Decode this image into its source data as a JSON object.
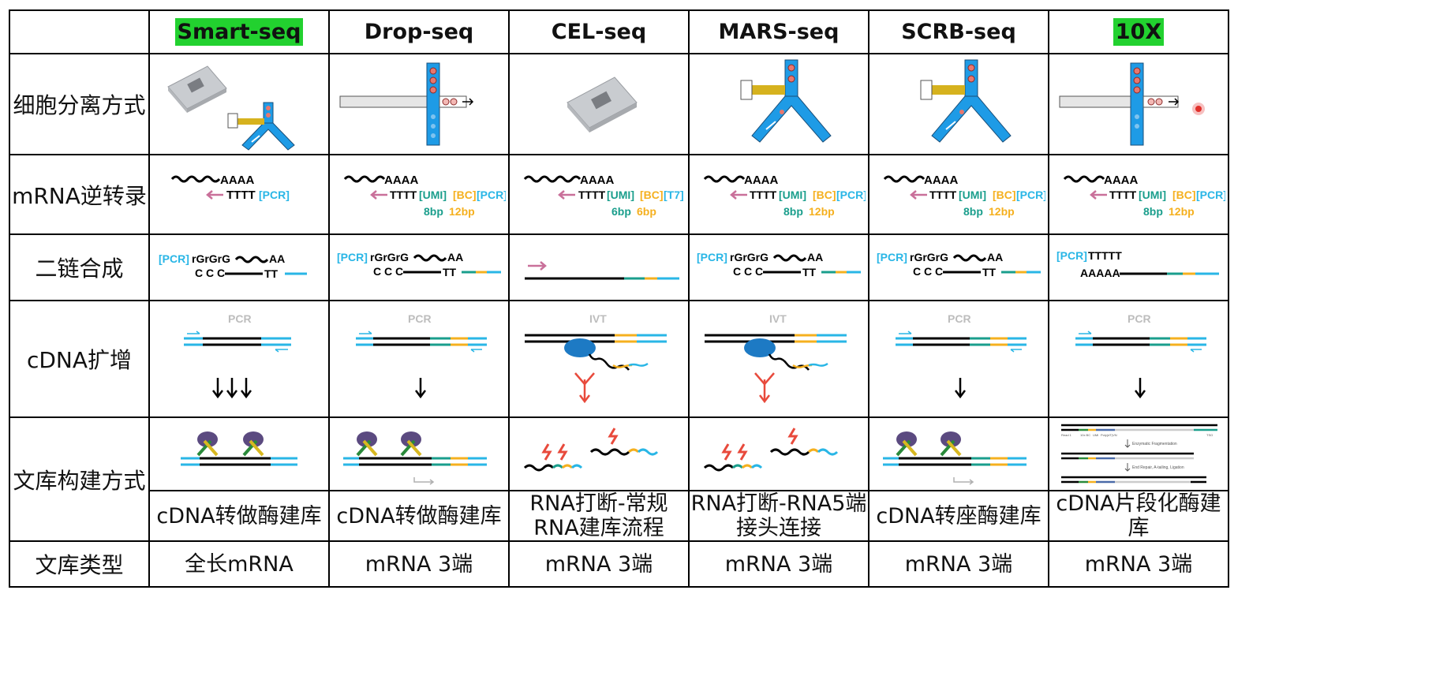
{
  "methods": [
    "Smart-seq",
    "Drop-seq",
    "CEL-seq",
    "MARS-seq",
    "SCRB-seq",
    "10X"
  ],
  "highlight_color": "#22d12f",
  "row_labels": {
    "isolation": "细胞分离方式",
    "rt": "mRNA逆转录",
    "second_strand": "二链合成",
    "amplification": "cDNA扩增",
    "library": "文库构建方式",
    "library_type": "文库类型"
  },
  "rt": {
    "poly_a": "AAAA",
    "poly_t": "TTTT",
    "umi": "[UMI]",
    "bc": "[BC]",
    "pcr": "[PCR]",
    "t7": "[T7]",
    "len_8bp": "8bp",
    "len_12bp": "12bp",
    "len_6bp": "6bp"
  },
  "second_strand": {
    "pcr": "[PCR]",
    "rgrgrg": "rGrGrG",
    "ccc": "C C C",
    "aa": "AA",
    "tt": "TT",
    "ttttt": "TTTTT",
    "aaaaa": "AAAAA"
  },
  "amplification": {
    "pcr": "PCR",
    "ivt": "IVT"
  },
  "tenx_library": {
    "read": "Read 1",
    "bc": "10x BC",
    "umi": "UMI",
    "polydt": "Poly(dT)VN",
    "tso": "TSO",
    "step1": "Enzymatic Fragmentation",
    "step2": "End Repair, A-tailing, Ligation"
  },
  "library_methods": [
    "cDNA转做酶建库",
    "cDNA转做酶建库",
    "RNA打断-常规RNA建库流程",
    "RNA打断-RNA5端接头连接",
    "cDNA转座酶建库",
    "cDNA片段化酶建库"
  ],
  "library_types": [
    "全长mRNA",
    "mRNA 3端",
    "mRNA 3端",
    "mRNA 3端",
    "mRNA 3端",
    "mRNA 3端"
  ],
  "colors": {
    "cyan": "#29b6e6",
    "teal": "#1a9e8c",
    "orange": "#f5b01f",
    "pink": "#c9709a",
    "blue": "#1e9be6",
    "red": "#e84a3c",
    "purple": "#5b4a80",
    "green": "#2a8a3a",
    "yellow": "#d8b820",
    "gray": "#b0b0b0"
  }
}
